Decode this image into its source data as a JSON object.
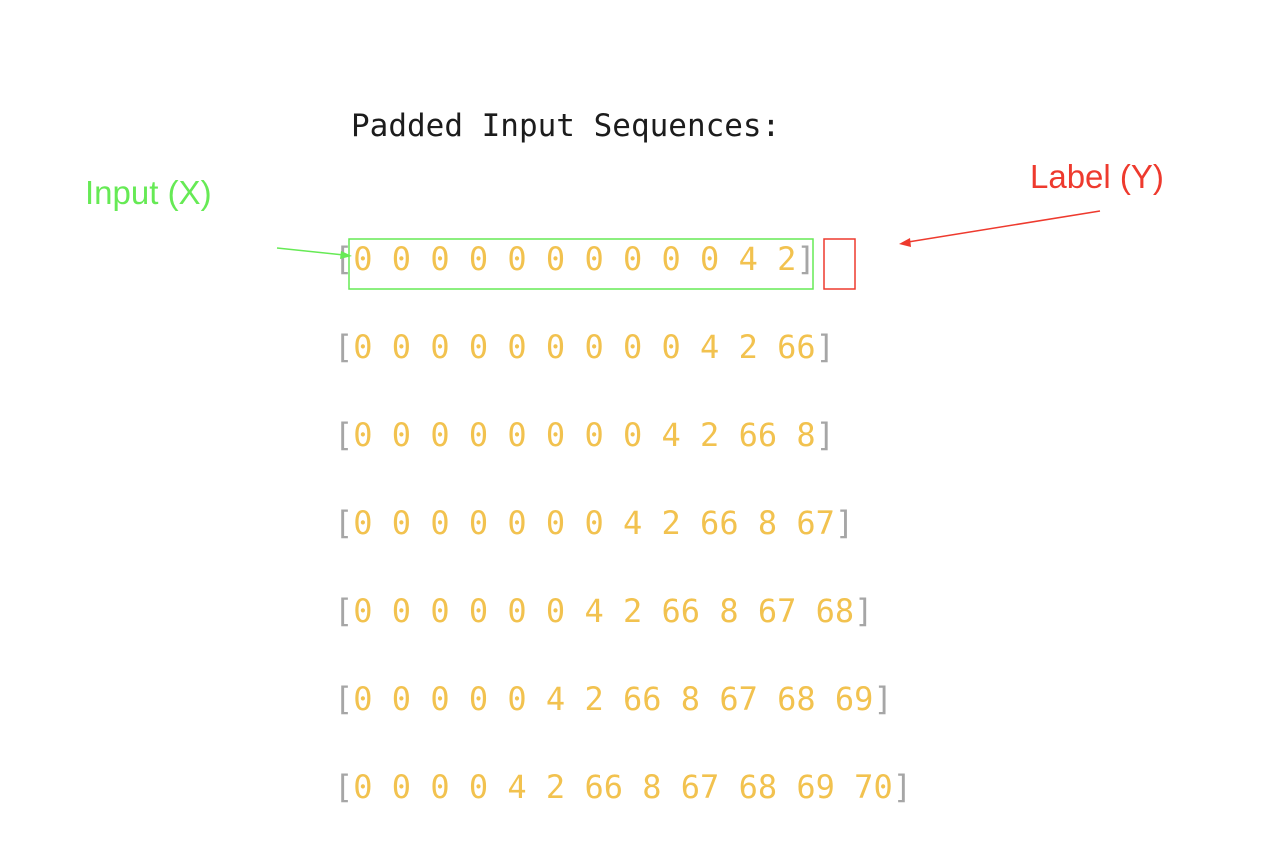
{
  "heading": "Padded Input Sequences:",
  "callouts": {
    "input": "Input (X)",
    "label": "Label (Y)"
  },
  "colors": {
    "input_highlight": "#66ea55",
    "label_highlight": "#ee3a2e",
    "values": "#f2c24f",
    "brackets": "#a6a6a6"
  },
  "sequences": [
    [
      "0",
      "0",
      "0",
      "0",
      "0",
      "0",
      "0",
      "0",
      "0",
      "0",
      "4",
      "2"
    ],
    [
      "0",
      "0",
      "0",
      "0",
      "0",
      "0",
      "0",
      "0",
      "0",
      "4",
      "2",
      "66"
    ],
    [
      "0",
      "0",
      "0",
      "0",
      "0",
      "0",
      "0",
      "0",
      "4",
      "2",
      "66",
      "8"
    ],
    [
      "0",
      "0",
      "0",
      "0",
      "0",
      "0",
      "0",
      "4",
      "2",
      "66",
      "8",
      "67"
    ],
    [
      "0",
      "0",
      "0",
      "0",
      "0",
      "0",
      "4",
      "2",
      "66",
      "8",
      "67",
      "68"
    ],
    [
      "0",
      "0",
      "0",
      "0",
      "0",
      "4",
      "2",
      "66",
      "8",
      "67",
      "68",
      "69"
    ],
    [
      "0",
      "0",
      "0",
      "0",
      "4",
      "2",
      "66",
      "8",
      "67",
      "68",
      "69",
      "70"
    ]
  ]
}
